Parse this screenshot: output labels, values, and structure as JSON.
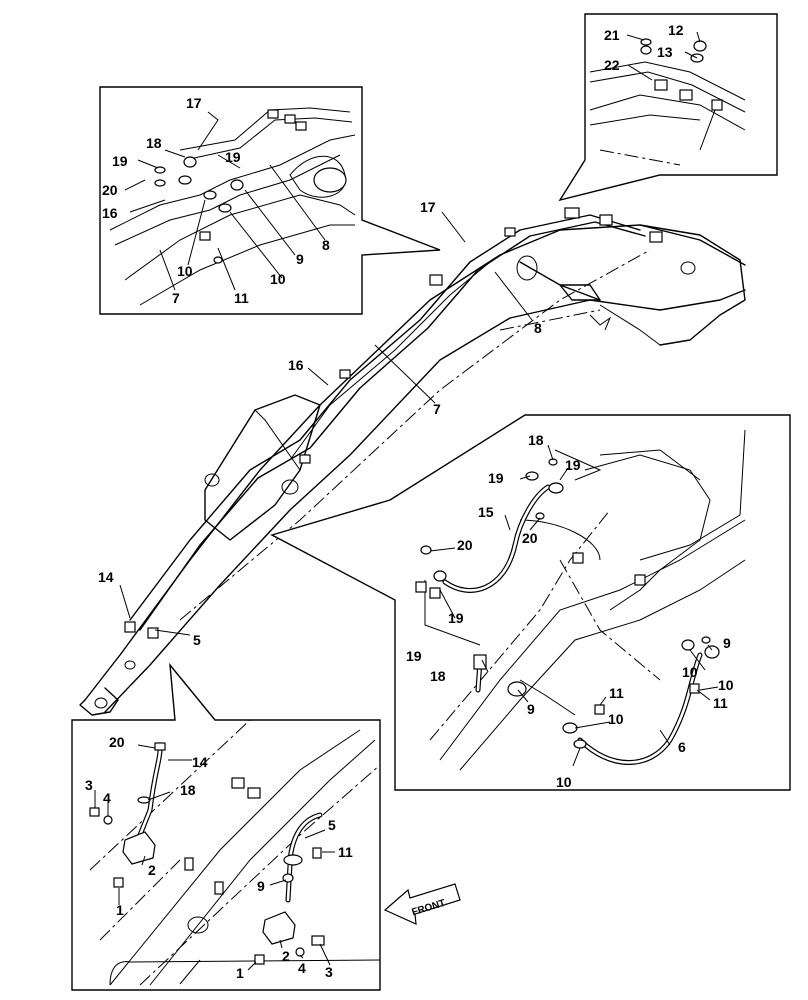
{
  "front_label": "FRONT",
  "callouts": [
    "1",
    "2",
    "3",
    "4",
    "5",
    "6",
    "7",
    "8",
    "9",
    "10",
    "11",
    "12",
    "13",
    "14",
    "15",
    "16",
    "17",
    "18",
    "19",
    "20",
    "21",
    "22"
  ]
}
